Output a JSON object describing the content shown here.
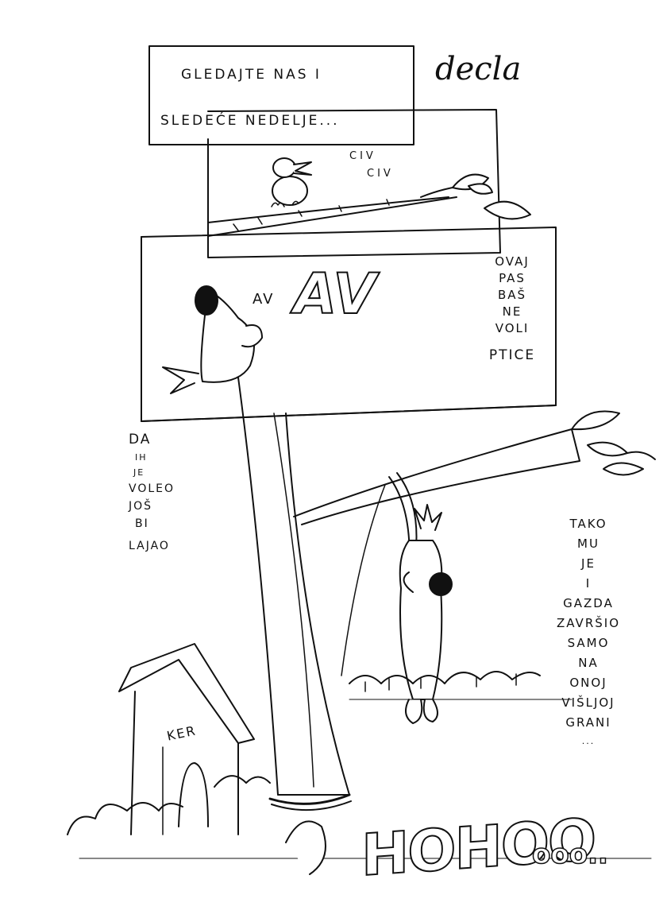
{
  "title_box": {
    "line1": "GLEDAJTE NAS I",
    "line2": "SLEDEĆE NEDELJE..."
  },
  "signature": "decla",
  "bird_chirp": {
    "line1": "CIV",
    "line2": "CIV"
  },
  "dog_bark": {
    "small": "AV",
    "big": "AV"
  },
  "dog_caption": [
    "OVAJ",
    "PAS",
    "BAŠ",
    "NE",
    "VOLI",
    "PTICE"
  ],
  "left_caption": [
    "DA",
    "IH",
    "JE",
    "VOLEO",
    "JOŠ",
    "BI",
    "LAJAO"
  ],
  "right_caption": [
    "TAKO",
    "MU",
    "JE",
    "I",
    "GAZDA",
    "ZAVRŠIO",
    "SAMO",
    "NA",
    "ONOJ",
    "VIŠLJOJ",
    "GRANI",
    "..."
  ],
  "doghouse_sign": "KER",
  "laugh": {
    "main": "HOHOO",
    "tail": "ooo.."
  },
  "colors": {
    "ink": "#111111",
    "paper": "#ffffff"
  }
}
